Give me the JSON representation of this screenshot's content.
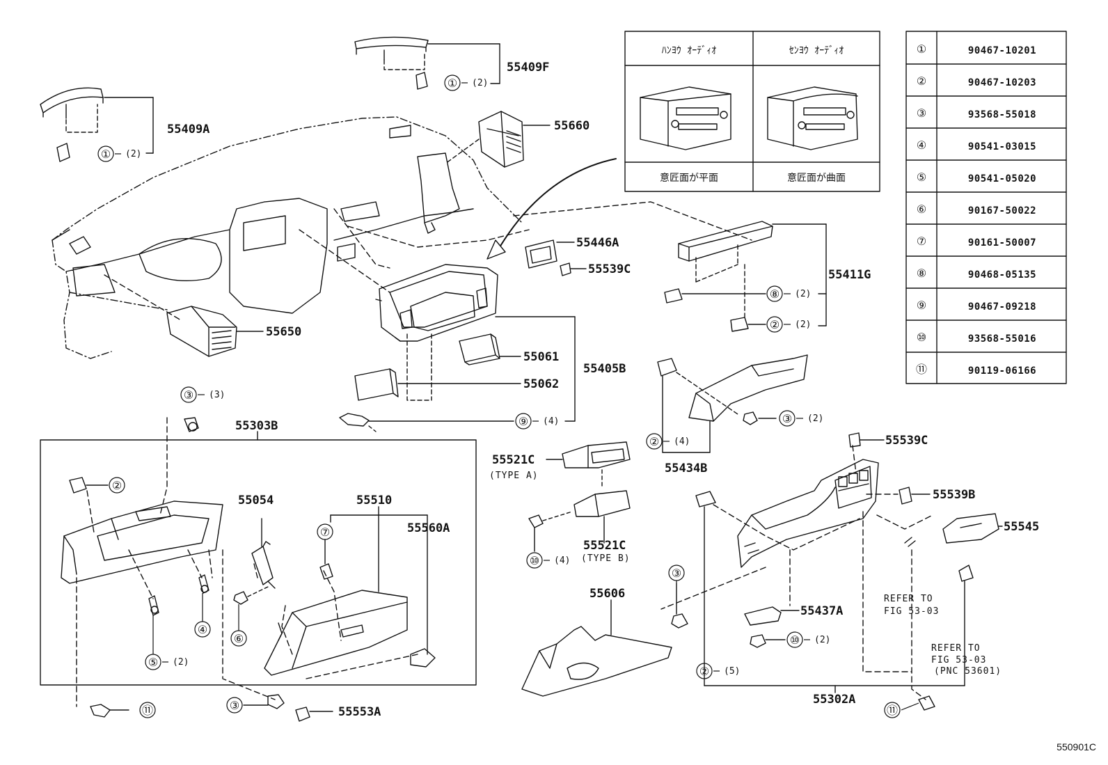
{
  "figure_code": "550901C",
  "radio_box": {
    "header_left": "ﾊﾝﾖｳ ｵｰﾃﾞｨｵ",
    "header_right": "ｾﾝﾖｳ ｵｰﾃﾞｨｵ",
    "caption_left": "意匠面が平面",
    "caption_right": "意匠面が曲面"
  },
  "fastener_table": [
    {
      "key": "①",
      "part": "90467-10201"
    },
    {
      "key": "②",
      "part": "90467-10203"
    },
    {
      "key": "③",
      "part": "93568-55018"
    },
    {
      "key": "④",
      "part": "90541-03015"
    },
    {
      "key": "⑤",
      "part": "90541-05020"
    },
    {
      "key": "⑥",
      "part": "90167-50022"
    },
    {
      "key": "⑦",
      "part": "90161-50007"
    },
    {
      "key": "⑧",
      "part": "90468-05135"
    },
    {
      "key": "⑨",
      "part": "90467-09218"
    },
    {
      "key": "⑩",
      "part": "93568-55016"
    },
    {
      "key": "⑪",
      "part": "90119-06166"
    }
  ],
  "labels": {
    "p55409F": "55409F",
    "p55409A": "55409A",
    "p55660": "55660",
    "p55446A": "55446A",
    "p55539C_a": "55539C",
    "p55411G": "55411G",
    "p55650": "55650",
    "p55061": "55061",
    "p55405B": "55405B",
    "p55062": "55062",
    "p55303B": "55303B",
    "p55054": "55054",
    "p55510": "55510",
    "p55560A": "55560A",
    "p55521C_a": "55521C",
    "type_a": "(TYPE A)",
    "p55521C_b": "55521C",
    "type_b": "(TYPE B)",
    "p55434B": "55434B",
    "p55539C_b": "55539C",
    "p55539B": "55539B",
    "p55545": "55545",
    "p55606": "55606",
    "p55437A": "55437A",
    "p55302A": "55302A",
    "p55553A": "55553A",
    "refer1_l1": "REFER TO",
    "refer1_l2": "FIG 53-03",
    "refer2_l1": "REFER TO",
    "refer2_l2": "FIG 53-03",
    "refer2_l3": "(PNC 53601)"
  },
  "callouts": {
    "c1a": "①",
    "c1b": "①",
    "c8": "⑧",
    "c2a": "②",
    "c9": "⑨",
    "c3a": "③",
    "c3b": "③",
    "c2b": "②",
    "c2c": "②",
    "c7": "⑦",
    "c4": "④",
    "c5": "⑤",
    "c6": "⑥",
    "c10a": "⑩",
    "c3c": "③",
    "c10b": "⑩",
    "c2d": "②",
    "c11a": "⑪",
    "c3d": "③",
    "c11b": "⑪"
  },
  "quantities": {
    "q1a": "(2)",
    "q1b": "(2)",
    "q8": "(2)",
    "q2a": "(2)",
    "q9": "(4)",
    "q3a": "(3)",
    "q3b": "(2)",
    "q2c": "(4)",
    "q5": "(2)",
    "q10a": "(4)",
    "q10b": "(2)",
    "q2d": "(5)"
  }
}
